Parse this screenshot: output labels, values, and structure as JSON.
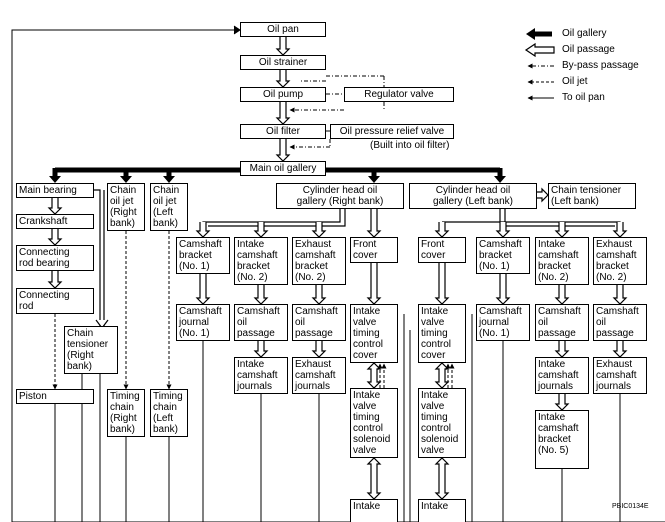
{
  "legend": {
    "oil_gallery": "Oil gallery",
    "oil_passage": "Oil passage",
    "bypass": "By-pass passage",
    "oil_jet": "Oil jet",
    "to_oil_pan": "To oil pan"
  },
  "nodes": {
    "oil_pan": "Oil pan",
    "oil_strainer": "Oil strainer",
    "oil_pump": "Oil pump",
    "regulator_valve": "Regulator valve",
    "oil_filter": "Oil filter",
    "relief_valve": "Oil pressure relief valve",
    "main_gallery": "Main oil gallery",
    "main_bearing": "Main bearing",
    "crankshaft": "Crankshaft",
    "conrod_bearing": "Connecting\nrod bearing",
    "conrod": "Connecting\nrod",
    "chain_tensioner_right": "Chain\ntensioner\n(Right\nbank)",
    "piston": "Piston",
    "chain_jet_right": "Chain\noil jet\n(Right\nbank)",
    "chain_jet_left": "Chain\noil jet\n(Left\nbank)",
    "timing_chain_right": "Timing\nchain\n(Right\nbank)",
    "timing_chain_left": "Timing\nchain\n(Left\nbank)",
    "cyl_head_right": "Cylinder head oil\ngallery (Right bank)",
    "cyl_head_left": "Cylinder head oil\ngallery (Left bank)",
    "chain_tensioner_left": "Chain tensioner\n(Left bank)",
    "r_cam_bracket": "Camshaft\nbracket\n(No. 1)",
    "r_intake_bracket": "Intake\ncamshaft\nbracket\n(No. 2)",
    "r_exhaust_bracket": "Exhaust\ncamshaft\nbracket\n(No. 2)",
    "r_front_cover": "Front\ncover",
    "r_cam_journal": "Camshaft\njournal\n(No. 1)",
    "r_cam_passage_1": "Camshaft\noil\npassage",
    "r_cam_passage_2": "Camshaft\noil\npassage",
    "r_ivtc_cover": "Intake\nvalve\ntiming\ncontrol\ncover",
    "r_intake_journals": "Intake\ncamshaft\njournals",
    "r_exhaust_journals": "Exhaust\ncamshaft\njournals",
    "r_ivtc_solenoid": "Intake\nvalve\ntiming\ncontrol\nsolenoid\nvalve",
    "r_intake_bottom": "Intake",
    "l_front_cover": "Front\ncover",
    "l_cam_bracket": "Camshaft\nbracket\n(No. 1)",
    "l_intake_bracket": "Intake\ncamshaft\nbracket\n(No. 2)",
    "l_exhaust_bracket": "Exhaust\ncamshaft\nbracket\n(No. 2)",
    "l_ivtc_cover": "Intake\nvalve\ntiming\ncontrol\ncover",
    "l_cam_journal": "Camshaft\njournal\n(No. 1)",
    "l_cam_passage_1": "Camshaft\noil\npassage",
    "l_cam_passage_2": "Camshaft\noil\npassage",
    "l_intake_journals": "Intake\ncamshaft\njournals",
    "l_exhaust_journals": "Exhaust\ncamshaft\njournals",
    "l_ivtc_solenoid": "Intake\nvalve\ntiming\ncontrol\nsolenoid\nvalve",
    "l_intake_bracket_5": "Intake\ncamshaft\nbracket\n(No. 5)",
    "l_intake_bottom": "Intake"
  },
  "note": "(Built into oil filter)",
  "code": "PBIC0134E"
}
